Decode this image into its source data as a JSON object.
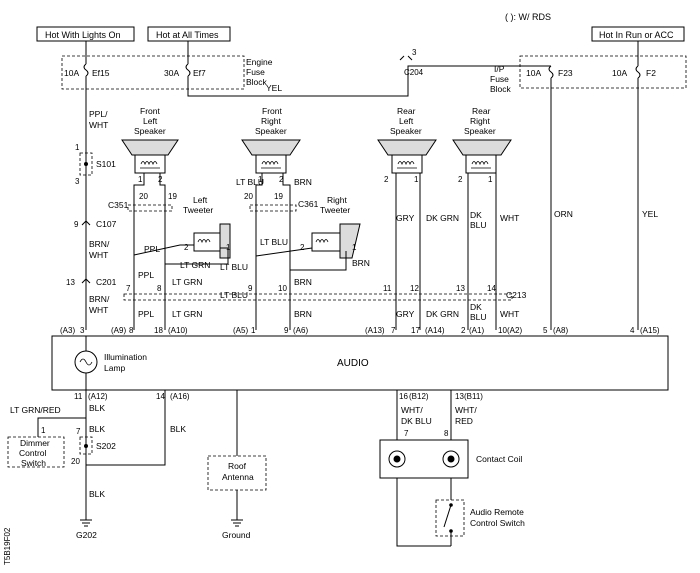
{
  "legend": "( ): W/  RDS",
  "sources": {
    "lights_on": "Hot With Lights On",
    "all_times": "Hot at All Times",
    "run_acc": "Hot In Run or ACC"
  },
  "fuses": {
    "ef15_amp": "10A",
    "ef15": "Ef15",
    "ef7_amp": "30A",
    "ef7": "Ef7",
    "engine_block": [
      "Engine",
      "Fuse",
      "Block"
    ],
    "f23_amp": "10A",
    "f23": "F23",
    "f2_amp": "10A",
    "f2": "F2",
    "ip_block": [
      "I/P",
      "Fuse",
      "Block"
    ]
  },
  "connectors": {
    "c204_pin": "3",
    "c204": "C204",
    "s101": "S101",
    "s101_top": "1",
    "s101_bot": "3",
    "c107": "C107",
    "c107_pin": "9",
    "c201": "C201",
    "c201_pin": "13",
    "c351": "C351",
    "c361": "C361",
    "c213": "C213",
    "s202": "S202",
    "s202_top": "7",
    "s202_bot": "20",
    "g202": "G202",
    "ground": "Ground"
  },
  "wires": {
    "yel": "YEL",
    "ppl_wht": [
      "PPL/",
      "WHT"
    ],
    "brn_wht": [
      "BRN/",
      "WHT"
    ],
    "brn_wht2": [
      "BRN/",
      "WHT"
    ],
    "ppl": "PPL",
    "lt_grn": "LT GRN",
    "lt_blu": "LT BLU",
    "brn": "BRN",
    "gry": "GRY",
    "dk_grn": "DK GRN",
    "dk_blu": [
      "DK",
      "BLU"
    ],
    "wht": "WHT",
    "orn": "ORN",
    "yel2": "YEL",
    "lt_grn_red": "LT GRN/RED",
    "blk": "BLK",
    "wht_dk_blu": [
      "WHT/",
      "DK BLU"
    ],
    "wht_red": [
      "WHT/",
      "RED"
    ]
  },
  "components": {
    "front_left": [
      "Front",
      "Left",
      "Speaker"
    ],
    "front_right": [
      "Front",
      "Right",
      "Speaker"
    ],
    "rear_left": [
      "Rear",
      "Left",
      "Speaker"
    ],
    "rear_right": [
      "Rear",
      "Right",
      "Speaker"
    ],
    "left_tweeter": [
      "Left",
      "Tweeter"
    ],
    "right_tweeter": [
      "Right",
      "Tweeter"
    ],
    "audio": "AUDIO",
    "illum": [
      "Illumination",
      "Lamp"
    ],
    "dimmer": [
      "Dimmer",
      "Control",
      "Switch"
    ],
    "roof": [
      "Roof",
      "Antenna"
    ],
    "contact_coil": "Contact Coil",
    "remote": [
      "Audio Remote",
      "Control Switch"
    ]
  },
  "pins": {
    "top": [
      "(A3)",
      "3",
      "(A9)",
      "8",
      "18",
      "(A10)",
      "(A5)",
      "1",
      "9",
      "(A6)",
      "(A13)",
      "7",
      "17",
      "(A14)",
      "2",
      "(A1)",
      "10",
      "(A2)",
      "5",
      "(A8)",
      "4",
      "(A15)"
    ],
    "bottom": [
      "11",
      "(A12)",
      "14",
      "(A16)",
      "16",
      "(B12)",
      "13",
      "(B11)"
    ]
  },
  "side_code": "T5B19F02"
}
